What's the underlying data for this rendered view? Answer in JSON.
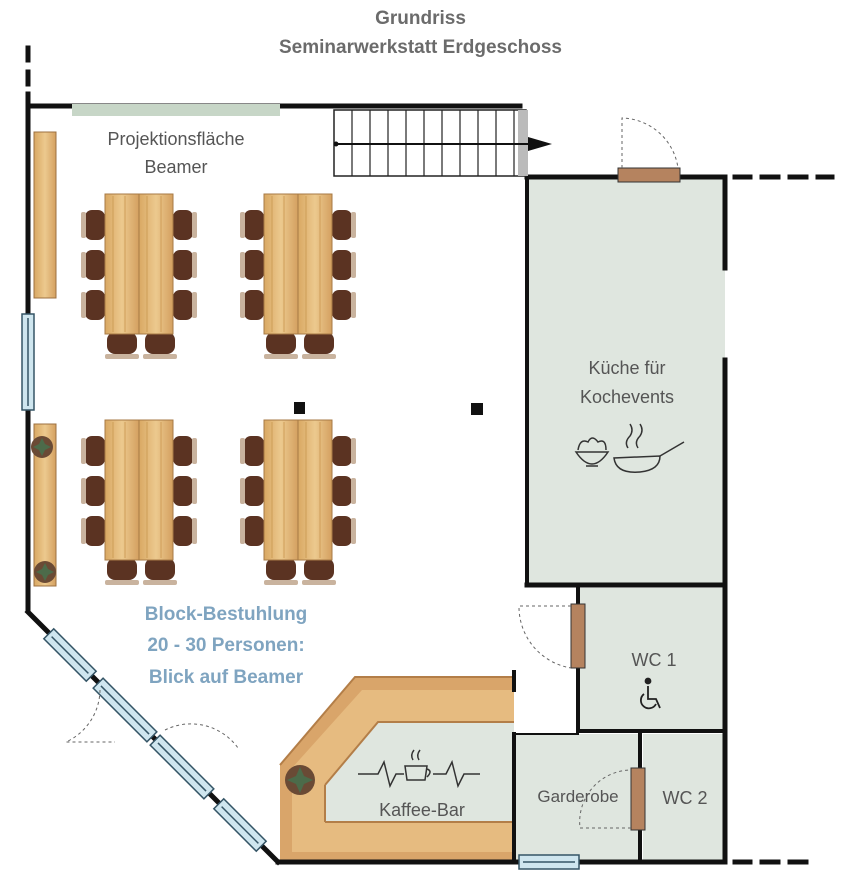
{
  "header": {
    "title": "Grundriss",
    "subtitle": "Seminarwerkstatt Erdgeschoss"
  },
  "rooms": {
    "projection": {
      "line1": "Projektionsfläche",
      "line2": "Beamer"
    },
    "kitchen": {
      "line1": "Küche für",
      "line2": "Kochevents"
    },
    "wc1": {
      "label": "WC 1",
      "icon": "wheelchair-icon"
    },
    "wc2": {
      "label": "WC 2"
    },
    "wardrobe": {
      "label": "Garderobe"
    },
    "coffee_bar": {
      "label": "Kaffee-Bar",
      "icon": "coffee-heartbeat-icon"
    }
  },
  "seating": {
    "line1": "Block-Bestuhlung",
    "line2": "20 - 30 Personen:",
    "line3": "Blick auf Beamer"
  },
  "colors": {
    "wall": "#111111",
    "kitchen_floor": "#dfe6df",
    "table_wood": "#e2b978",
    "chair": "#5b3322",
    "window": "#cfe6ef",
    "door": "#b5835f",
    "seating_text": "#7fa4c0",
    "title_text": "#6b6b6b"
  }
}
